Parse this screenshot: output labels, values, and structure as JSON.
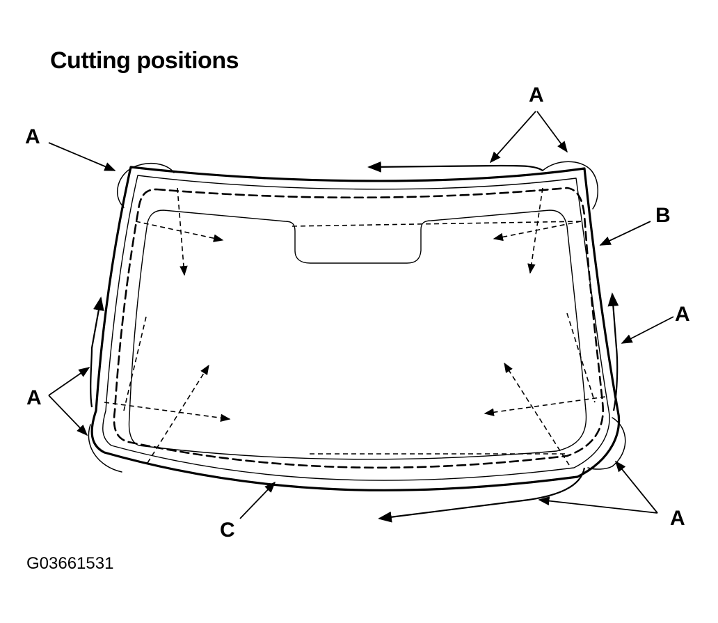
{
  "title": "Cutting positions",
  "figure_id": "G03661531",
  "labels": {
    "a_top_left": "A",
    "a_top_right": "A",
    "b": "B",
    "a_right": "A",
    "a_left": "A",
    "c": "C",
    "a_bottom_right": "A"
  },
  "colors": {
    "ink": "#000000",
    "background": "#ffffff"
  }
}
